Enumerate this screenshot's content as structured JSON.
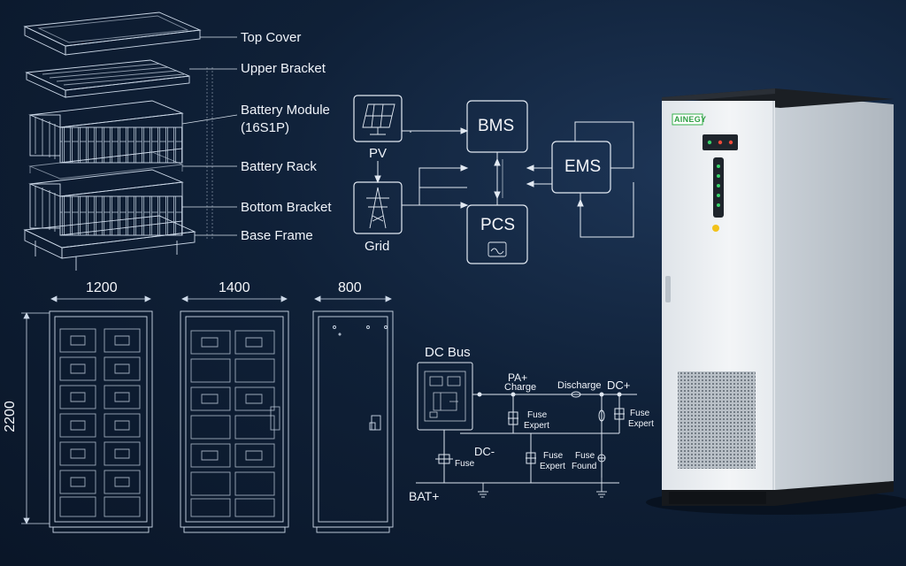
{
  "exploded_view": {
    "parts": [
      "Top Cover",
      "Upper Bracket",
      "Battery Module",
      "(16S1P)",
      "Battery Rack",
      "Bottom Bracket",
      "Base Frame"
    ]
  },
  "control_diagram": {
    "pv_label": "PV",
    "grid_label": "Grid",
    "bms_label": "BMS",
    "pcs_label": "PCS",
    "ems_label": "EMS"
  },
  "dimensions": {
    "width": "1200",
    "depth": "1400",
    "side": "800",
    "height": "2200"
  },
  "circuit": {
    "title": "DC Bus",
    "pa_plus": "PA+",
    "charge": "Charge",
    "discharge": "Discharge",
    "dc_plus": "DC+",
    "fuse_expert_1a": "Fuse",
    "fuse_expert_1b": "Expert",
    "fuse_expert_2a": "Fuse",
    "fuse_expert_2b": "Expert",
    "fuse_expert_3a": "Fuse",
    "fuse_expert_3b": "Expert",
    "fuse_found_a": "Fuse",
    "fuse_found_b": "Found",
    "dc_minus": "DC-",
    "fuse": "Fuse",
    "bat_plus": "BAT+"
  },
  "cabinet": {
    "brand": "AINEGY",
    "colors": {
      "cabinet": "#eef1f4",
      "led": "#39d16a",
      "button": "#f2c21b"
    }
  }
}
